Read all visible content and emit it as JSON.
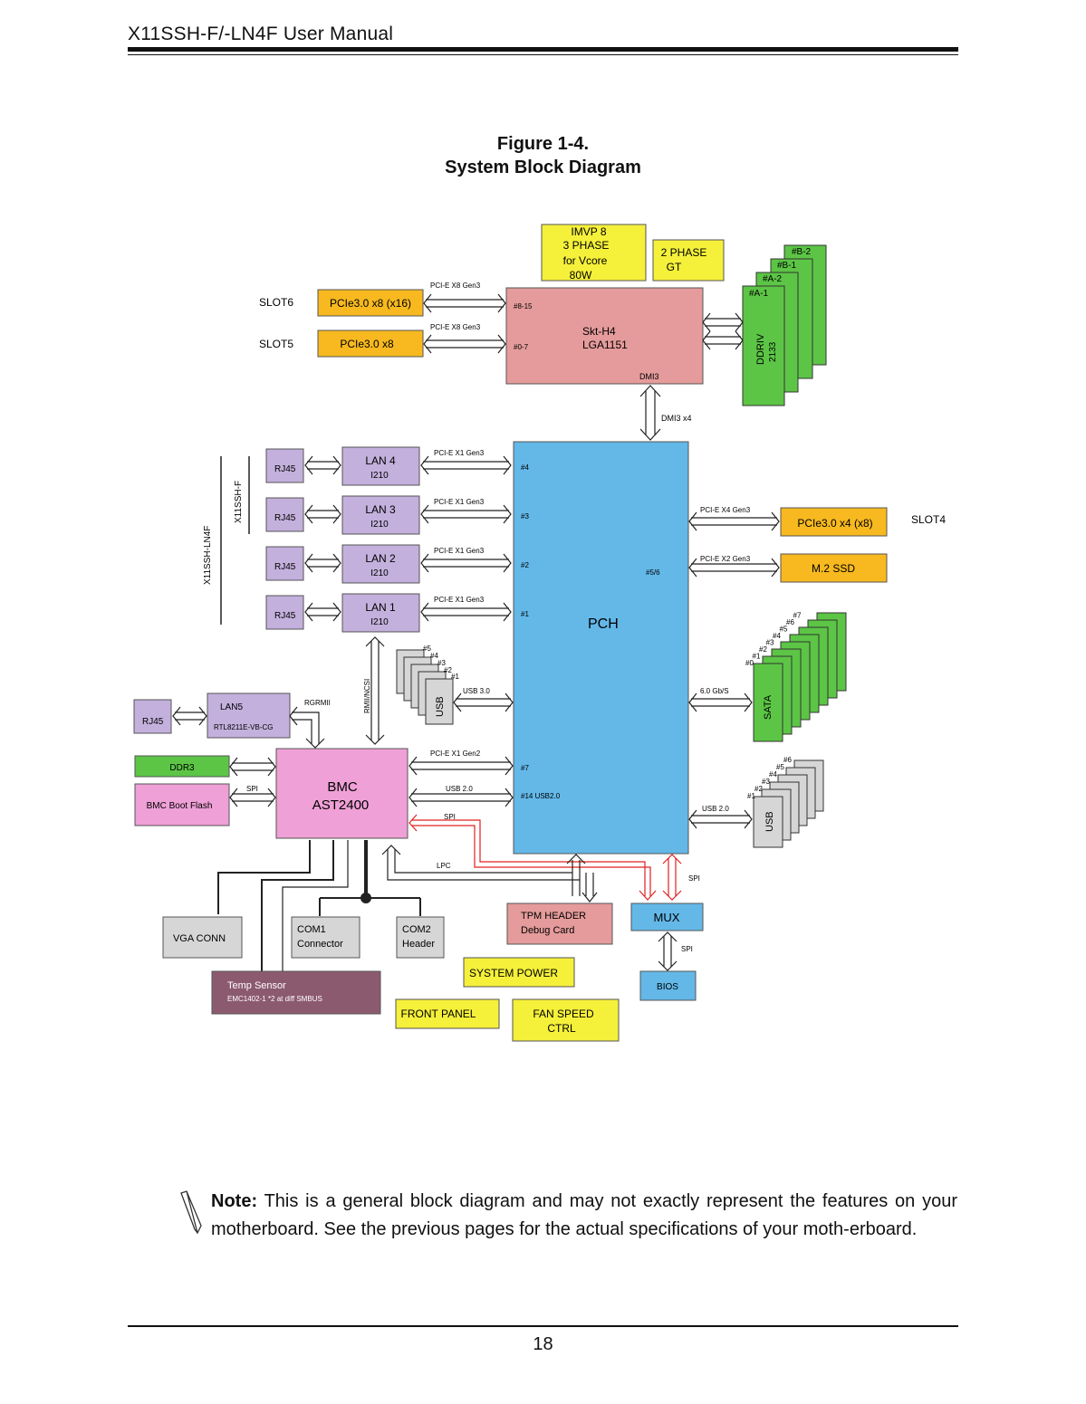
{
  "header": {
    "title": "X11SSH-F/-LN4F User Manual"
  },
  "figure": {
    "number": "Figure 1-4.",
    "title": "System Block Diagram"
  },
  "diagram": {
    "cpu": {
      "line1": "Skt-H4",
      "line2": "LGA1151",
      "lane_hi": "#8-15",
      "lane_lo": "#0-7",
      "dmi": "DMI3"
    },
    "imvp": [
      "IMVP 8",
      "3 PHASE",
      "for Vcore",
      "80W"
    ],
    "phase2": [
      "2 PHASE",
      "GT"
    ],
    "dimms": [
      "#B-2",
      "#B-1",
      "#A-2",
      "#A-1"
    ],
    "ddr": {
      "type": "DDRIV",
      "speed": "2133"
    },
    "slot6": {
      "label": "SLOT6",
      "box": "PCIe3.0 x8 (x16)",
      "link": "PCI-E X8 Gen3"
    },
    "slot5": {
      "label": "SLOT5",
      "box": "PCIe3.0 x8",
      "link": "PCI-E X8 Gen3"
    },
    "dmi_link": "DMI3 x4",
    "pch": {
      "label": "PCH",
      "p4": "#4",
      "p3": "#3",
      "p2": "#2",
      "p1": "#1",
      "p56": "#5/6",
      "p7": "#7",
      "p14": "#14 USB2.0"
    },
    "lans": [
      {
        "name": "LAN 4",
        "chip": "I210",
        "rj": "RJ45",
        "link": "PCI-E X1 Gen3"
      },
      {
        "name": "LAN 3",
        "chip": "I210",
        "rj": "RJ45",
        "link": "PCI-E X1 Gen3"
      },
      {
        "name": "LAN 2",
        "chip": "I210",
        "rj": "RJ45",
        "link": "PCI-E X1 Gen3"
      },
      {
        "name": "LAN 1",
        "chip": "I210",
        "rj": "RJ45",
        "link": "PCI-E X1 Gen3"
      }
    ],
    "model_f": "X11SSH-F",
    "model_ln4f": "X11SSH-LN4F",
    "slot4": {
      "label": "SLOT4",
      "box": "PCIe3.0 x4 (x8)",
      "link": "PCI-E X4 Gen3"
    },
    "m2": {
      "box": "M.2 SSD",
      "link": "PCI-E X2 Gen3"
    },
    "usb3": {
      "label": "USB",
      "link": "USB 3.0",
      "ports": [
        "#5",
        "#4",
        "#3",
        "#2",
        "#1"
      ]
    },
    "sata": {
      "label": "SATA",
      "link": "6.0 Gb/S",
      "ports": [
        "#7",
        "#6",
        "#5",
        "#4",
        "#3",
        "#2",
        "#1",
        "#0"
      ]
    },
    "usb2": {
      "label": "USB",
      "link": "USB 2.0",
      "ports": [
        "#6",
        "#5",
        "#4",
        "#3",
        "#2",
        "#1"
      ]
    },
    "rmii": "RMII/NCSI",
    "lan5": {
      "rj": "RJ45",
      "name": "LAN5",
      "chip": "RTL8211E-VB-CG",
      "link": "RGRMII"
    },
    "bmc": {
      "line1": "BMC",
      "line2": "AST2400",
      "pcie": "PCI-E X1 Gen2",
      "usb": "USB 2.0",
      "spi": "SPI"
    },
    "ddr3": "DDR3",
    "bmc_flash": {
      "label": "BMC Boot Flash",
      "link": "SPI"
    },
    "lpc": "LPC",
    "spi_mux": "SPI",
    "tpm": [
      "TPM HEADER",
      "Debug Card"
    ],
    "mux": "MUX",
    "bios": {
      "label": "BIOS",
      "link": "SPI"
    },
    "vga": "VGA CONN",
    "com1": [
      "COM1",
      "Connector"
    ],
    "com2": [
      "COM2",
      "Header"
    ],
    "temp": [
      "Temp Sensor",
      "EMC1402-1 *2 at diff SMBUS"
    ],
    "system_power": "SYSTEM POWER",
    "front_panel": "FRONT PANEL",
    "fan": [
      "FAN SPEED",
      "CTRL"
    ]
  },
  "note": {
    "label": "Note:",
    "text": " This is a general block diagram and may not exactly represent the features on your motherboard. See the previous pages for the actual specifications of your moth-erboard."
  },
  "page_number": "18",
  "colors": {
    "cpu": "#E59B9B",
    "pch": "#63B8E8",
    "lan": "#C3B0DC",
    "orange": "#F7B91F",
    "yellow": "#F5F03A",
    "green": "#5CC546",
    "pink": "#EFA0D6",
    "grey": "#D6D6D6",
    "mux": "#63B8E8",
    "temp": "#8C5A6E",
    "red_line": "#E02020"
  }
}
